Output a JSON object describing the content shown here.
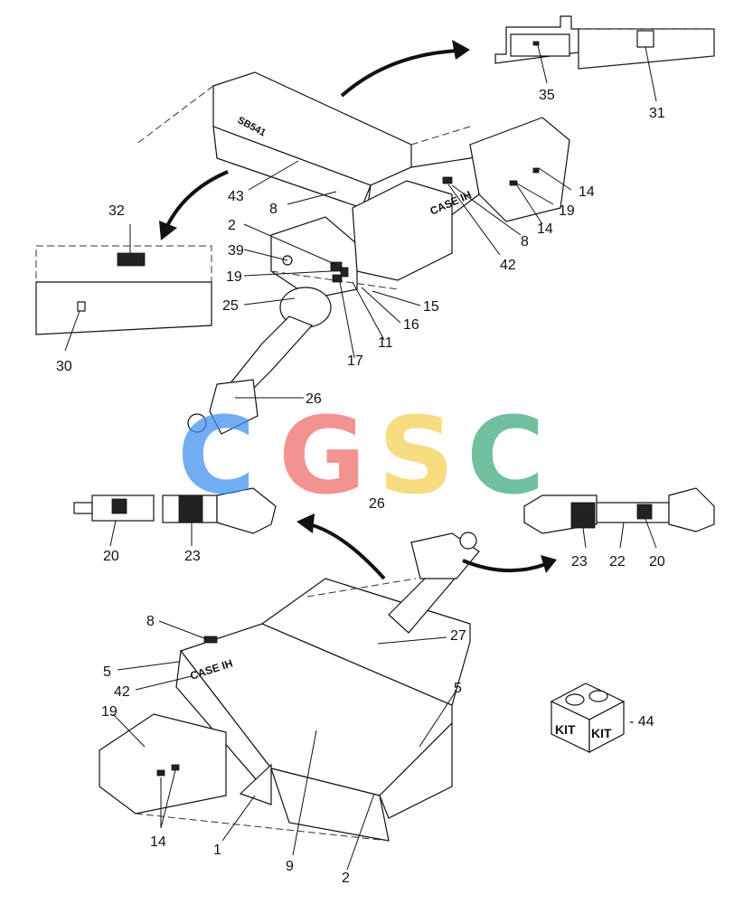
{
  "callouts": {
    "c31": "31",
    "c35": "35",
    "c43": "43",
    "c8a": "8",
    "c14a": "14",
    "c19a": "19",
    "c14b": "14",
    "c8b": "8",
    "c42a": "42",
    "c32": "32",
    "c2a": "2",
    "c39": "39",
    "c19b": "19",
    "c25": "25",
    "c15": "15",
    "c16": "16",
    "c11": "11",
    "c17": "17",
    "c30": "30",
    "c26a": "26",
    "c20a": "20",
    "c23a": "23",
    "c26b": "26",
    "c23b": "23",
    "c22": "22",
    "c20b": "20",
    "c8c": "8",
    "c27": "27",
    "c5a": "5",
    "c42b": "42",
    "c5b": "5",
    "c19c": "19",
    "c14c": "14",
    "c1": "1",
    "c9": "9",
    "c2b": "2",
    "c44": "- 44"
  },
  "decals": {
    "brand": "CASE IH",
    "model": "SB541",
    "kit_left": "KIT",
    "kit_right": "KIT"
  },
  "watermark": {
    "letters": [
      "C",
      "G",
      "S",
      "C"
    ],
    "colors": [
      "#3d8ef0",
      "#ee6a66",
      "#f6cf52",
      "#3aa97a"
    ]
  }
}
